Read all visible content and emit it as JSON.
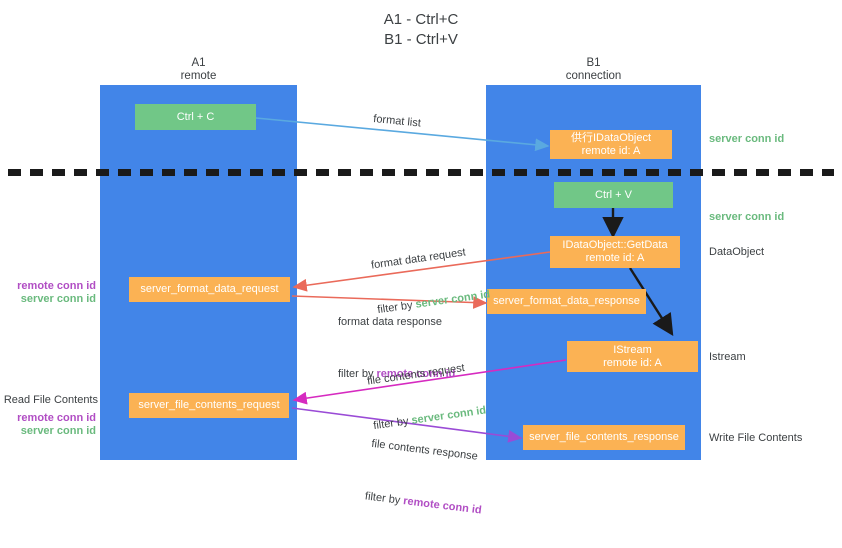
{
  "title": "A1 - Ctrl+C\nB1 - Ctrl+V",
  "lanes": [
    {
      "name": "lane-a",
      "title": "A1",
      "subtitle": "remote",
      "header": "A1\nremote"
    },
    {
      "name": "lane-b",
      "title": "B1",
      "subtitle": "connection",
      "header": "B1\nconnection"
    }
  ],
  "nodes": {
    "ctrl_c": {
      "line1": "Ctrl + C",
      "line2": "",
      "color": "#71c787"
    },
    "idataobject": {
      "line1": "供行IDataObject",
      "line2": "remote id: A",
      "color": "#fbb254"
    },
    "ctrl_v": {
      "line1": "Ctrl + V",
      "line2": "",
      "color": "#71c787"
    },
    "getdata": {
      "line1": "IDataObject::GetData",
      "line2": "remote id: A",
      "color": "#fbb254"
    },
    "format_data_request": {
      "line1": "server_format_data_request",
      "line2": "",
      "color": "#fbb254"
    },
    "format_data_response": {
      "line1": "server_format_data_response",
      "line2": "",
      "color": "#fbb254"
    },
    "istream": {
      "line1": "IStream",
      "line2": "remote id: A",
      "color": "#fbb254"
    },
    "file_contents_request": {
      "line1": "server_file_contents_request",
      "line2": "",
      "color": "#fbb254"
    },
    "file_contents_response": {
      "line1": "server_file_contents_response",
      "line2": "",
      "color": "#fbb254"
    }
  },
  "right_annotations": [
    {
      "name": "server-conn-id-top",
      "text": "server conn id",
      "color": "green"
    },
    {
      "name": "server-conn-id-second",
      "text": "server conn id",
      "color": "green"
    },
    {
      "name": "dataobject-label",
      "text": "DataObject",
      "color": "plain"
    },
    {
      "name": "istream-label",
      "text": "Istream",
      "color": "plain"
    },
    {
      "name": "write-file-contents",
      "text": "Write File Contents",
      "color": "plain"
    }
  ],
  "left_annotations": {
    "mid_remote": "remote conn id",
    "mid_server": "server conn id",
    "read_title": "Read File Contents",
    "read_remote": "remote conn id",
    "read_server": "server conn id"
  },
  "edge_labels": {
    "format_list": "format list",
    "fd_request_l1": "format data request",
    "fd_request_prefix": "filter by ",
    "fd_request_hl": "server conn id",
    "fd_response_l1": "format data response",
    "fd_response_prefix": "filter by ",
    "fd_response_hl": "remote conn id",
    "fc_request_l1": "file contents request",
    "fc_request_prefix": "filter by ",
    "fc_request_hl": "server conn id",
    "fc_response_l1": "file contents response",
    "fc_response_prefix": "filter by ",
    "fc_response_hl": "remote conn id"
  },
  "colors": {
    "lane": "#4285e8",
    "green_node": "#71c787",
    "orange_node": "#fbb254",
    "green_text": "#6aba7e",
    "purple_text": "#b14ec4",
    "blue_arrow": "#5aa9e0",
    "red_arrow": "#ea6a5a",
    "magenta_arrow": "#d62ac0",
    "purple_arrow": "#9a4bd6",
    "black_arrow": "#1a1a1a",
    "separator": "#1a1a1a"
  }
}
